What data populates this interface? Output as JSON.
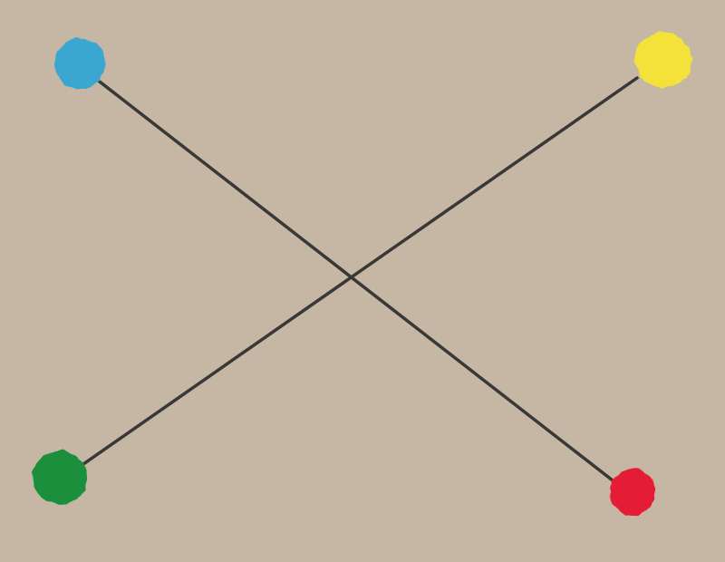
{
  "background": {
    "color": "#c9bba8",
    "texture": "kraft-paper"
  },
  "line_color": "#3a3836",
  "dots": [
    {
      "id": "blue",
      "color": "#3ba7d1"
    },
    {
      "id": "yellow",
      "color": "#f4e23a"
    },
    {
      "id": "green",
      "color": "#1f8f3c"
    },
    {
      "id": "red",
      "color": "#e51d35"
    }
  ],
  "connections": [
    {
      "from": "blue",
      "to": "red"
    },
    {
      "from": "green",
      "to": "yellow"
    }
  ]
}
